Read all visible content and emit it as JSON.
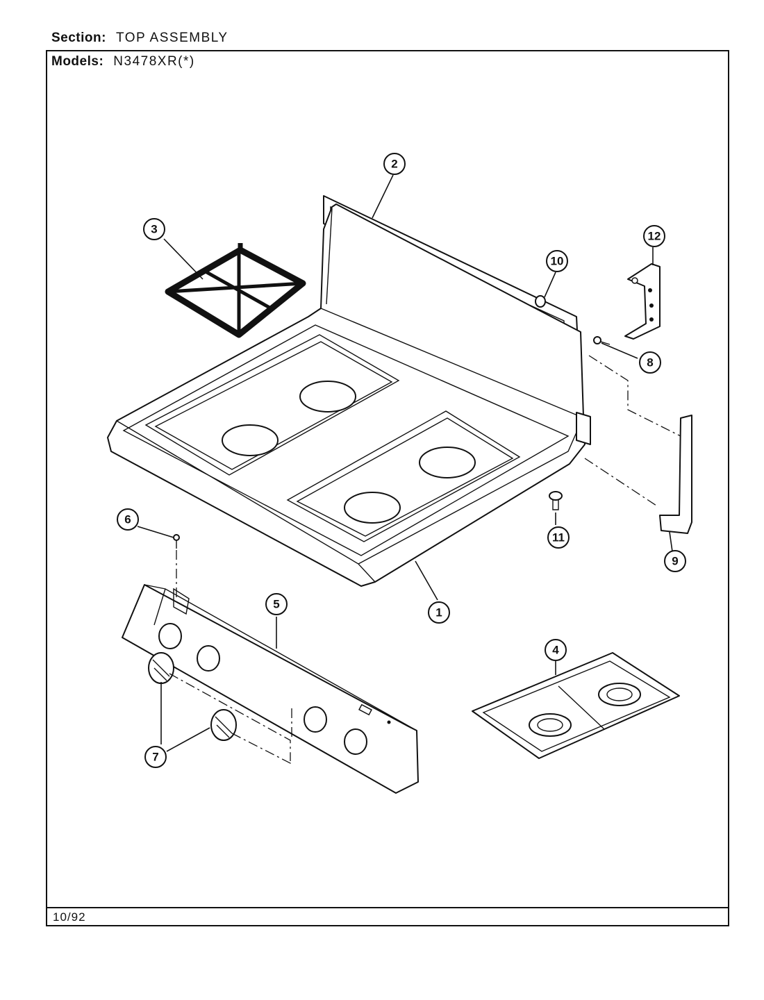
{
  "header": {
    "section_label": "Section:",
    "section_value": "TOP ASSEMBLY",
    "models_label": "Models:",
    "models_value": "N3478XR(*)"
  },
  "footer": {
    "date": "10/92"
  },
  "callouts": [
    "1",
    "2",
    "3",
    "4",
    "5",
    "6",
    "7",
    "8",
    "9",
    "10",
    "11",
    "12"
  ]
}
